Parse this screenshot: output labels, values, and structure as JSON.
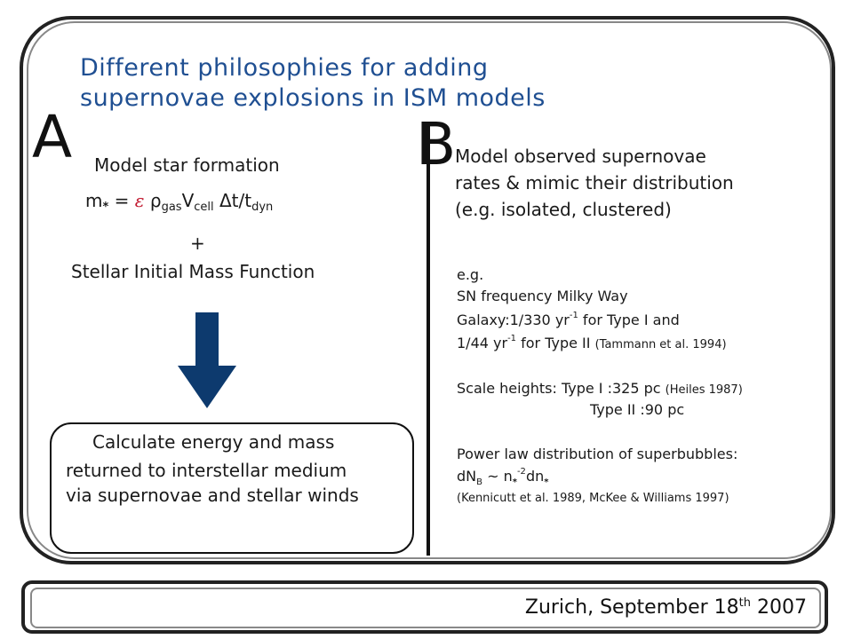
{
  "title": {
    "line1": "Different philosophies for adding",
    "line2": "supernovae explosions in ISM models"
  },
  "section_a": {
    "letter": "A",
    "heading": "Model star formation",
    "formula": {
      "m": "m",
      "star": "*",
      "eq": " = ",
      "epsilon": "ε",
      "rho": " ρ",
      "gas": "gas",
      "v": "V",
      "cell": "cell",
      "dt": "  Δt/t",
      "dyn": "dyn"
    },
    "plus": "+",
    "imf": "Stellar Initial Mass Function",
    "box_line1": "Calculate energy and mass",
    "box_line2": "returned to interstellar medium",
    "box_line3": "via supernovae and stellar winds"
  },
  "section_b": {
    "letter": "B",
    "heading_line1": "Model observed supernovae",
    "heading_line2": "rates & mimic their distribution",
    "heading_line3": "(e.g. isolated, clustered)",
    "eg": "e.g.",
    "freq_line1": "SN frequency Milky Way",
    "freq_line2_a": "Galaxy:1/330 yr",
    "freq_line2_sup": "-1",
    "freq_line2_b": " for Type I and",
    "freq_line3_a": "1/44 yr",
    "freq_line3_sup": "-1",
    "freq_line3_b": " for Type II ",
    "freq_ref": "(Tammann et al. 1994)",
    "scale_line1_a": "Scale heights: Type I :325 pc ",
    "scale_ref": "(Heiles 1987)",
    "scale_line2": "Type II :90 pc",
    "power_line1": "Power law distribution of superbubbles:",
    "power_a": "dN",
    "power_b_sub": "B",
    "power_c": " ~ n",
    "power_d_sub": "*",
    "power_e_sup": "-2",
    "power_f": "dn",
    "power_g_sub": "*",
    "power_ref": "(Kennicutt et al. 1989, McKee & Williams 1997)"
  },
  "footer": {
    "text_a": "Zurich,  September 18",
    "sup": "th",
    "text_b": " 2007"
  },
  "colors": {
    "title": "#1f4f92",
    "arrow": "#0d3a6e",
    "epsilon": "#c0142b"
  }
}
